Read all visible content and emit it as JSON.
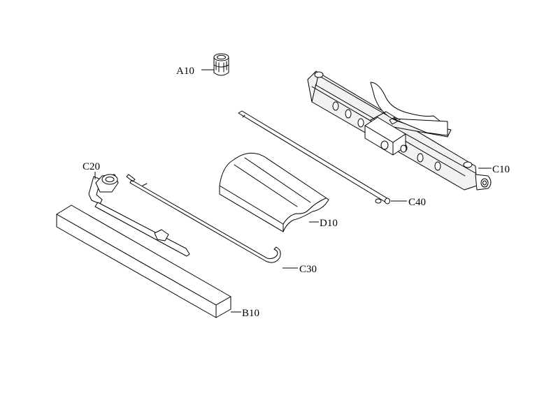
{
  "labels": {
    "a10": "A10",
    "b10": "B10",
    "c10": "C10",
    "c20": "C20",
    "c30": "C30",
    "c40": "C40",
    "d10": "D10"
  }
}
